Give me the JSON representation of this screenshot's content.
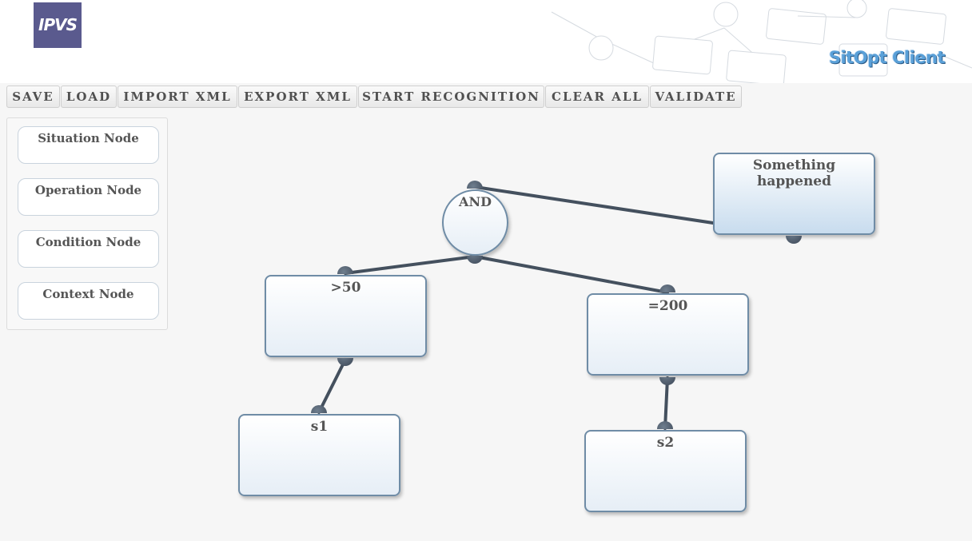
{
  "header": {
    "logo_text": "IPVS",
    "app_title": "SitOpt Client"
  },
  "toolbar": {
    "save": "SAVE",
    "load": "LOAD",
    "import_xml": "IMPORT XML",
    "export_xml": "EXPORT XML",
    "start_recognition": "START RECOGNITION",
    "clear_all": "CLEAR ALL",
    "validate": "VALIDATE"
  },
  "palette": {
    "situation": "Situation Node",
    "operation": "Operation Node",
    "condition": "Condition Node",
    "context": "Context Node"
  },
  "graph": {
    "situation_label": "Something happened",
    "operation_label": "AND",
    "condition_1": ">50",
    "condition_2": "=200",
    "context_1": "s1",
    "context_2": "s2"
  },
  "colors": {
    "logo_bg": "#5a5a8e",
    "edge": "#44505e",
    "node_border": "#6f8ca6"
  }
}
